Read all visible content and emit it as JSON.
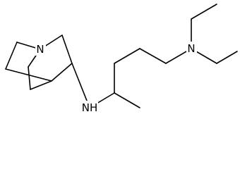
{
  "molecule": {
    "atom_labels": {
      "quinuclidine_nitrogen": "N",
      "amine_nitrogen": "NH",
      "diethylamino_nitrogen": "N"
    }
  },
  "colors": {
    "bond": "#000000",
    "background": "#ffffff"
  }
}
